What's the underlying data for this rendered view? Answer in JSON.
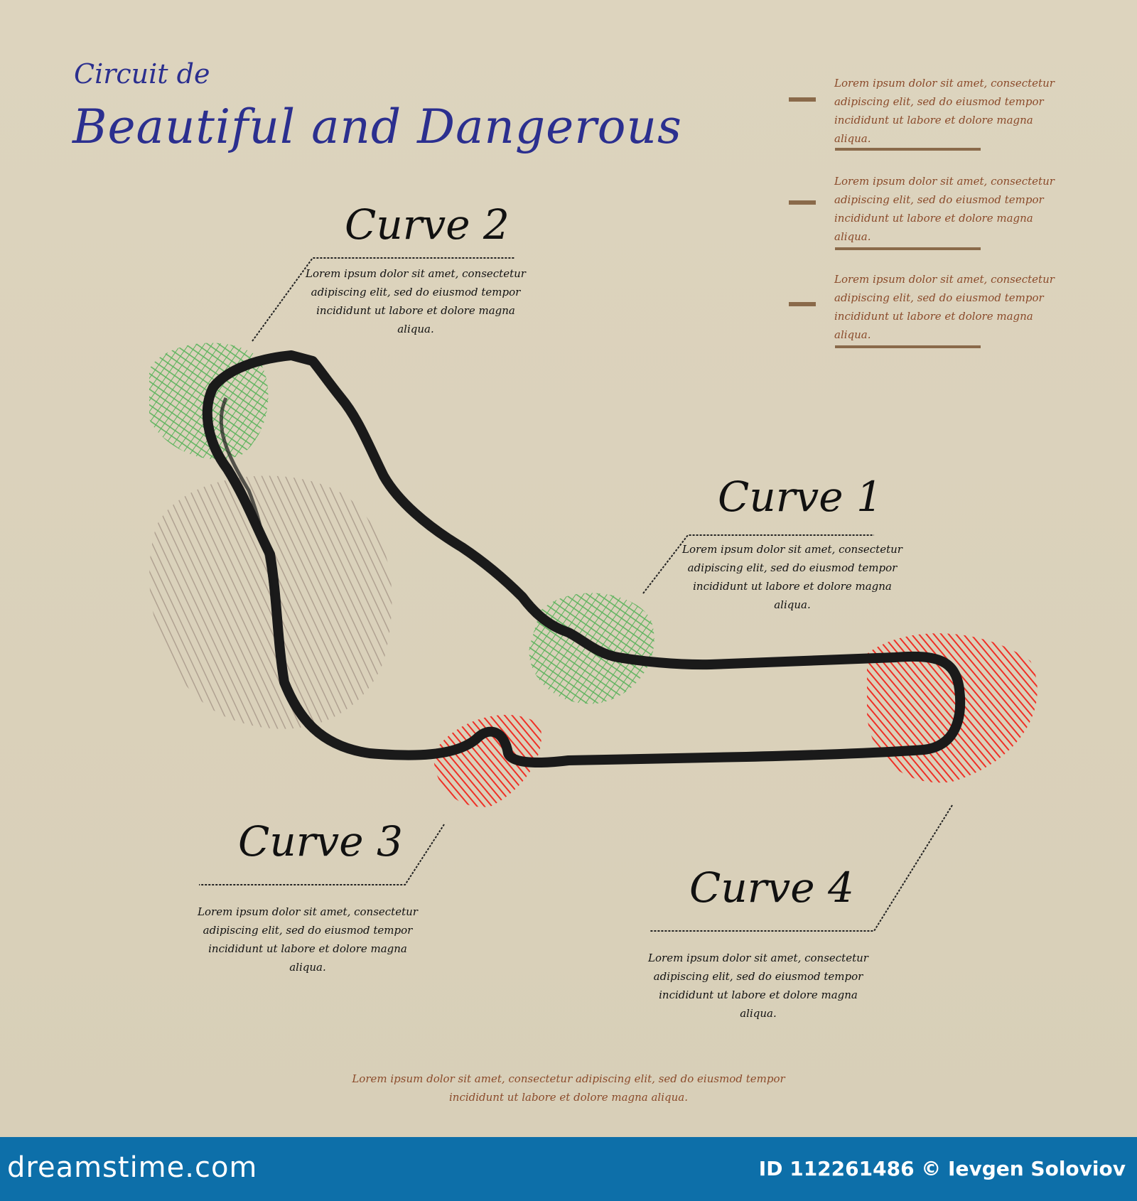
{
  "header": {
    "title_small": "Circuit de",
    "title_big": "Beautiful and Dangerous"
  },
  "lorem": "Lorem ipsum dolor sit amet, consectetur adipiscing elit, sed do eiusmod tempor incididunt ut labore et dolore magna aliqua.",
  "side_notes": [
    "Lorem ipsum dolor sit amet, consectetur adipiscing elit, sed do eiusmod tempor incididunt ut labore et dolore magna aliqua.",
    "Lorem ipsum dolor sit amet, consectetur adipiscing elit, sed do eiusmod tempor incididunt ut labore et dolore magna aliqua.",
    "Lorem ipsum dolor sit amet, consectetur adipiscing elit, sed do eiusmod tempor incididunt ut labore et dolore magna aliqua."
  ],
  "curves": [
    {
      "label": "Curve 2",
      "text": "Lorem ipsum dolor sit amet, consectetur adipiscing elit, sed do eiusmod tempor incididunt ut labore et dolore magna aliqua."
    },
    {
      "label": "Curve 1",
      "text": "Lorem ipsum dolor sit amet, consectetur adipiscing elit, sed do eiusmod tempor incididunt ut labore et dolore magna aliqua."
    },
    {
      "label": "Curve 3",
      "text": "Lorem ipsum dolor sit amet, consectetur adipiscing elit, sed do eiusmod tempor incididunt ut labore et dolore magna aliqua."
    },
    {
      "label": "Curve 4",
      "text": "Lorem ipsum dolor sit amet, consectetur adipiscing elit, sed do eiusmod tempor incididunt ut labore et dolore magna aliqua."
    }
  ],
  "footer_note": "Lorem ipsum dolor sit amet, consectetur adipiscing elit, sed do eiusmod tempor incididunt ut labore et dolore magna aliqua.",
  "watermark": {
    "site": "dreamstime.com",
    "credit": "ID 112261486 © Ievgen Soloviov"
  },
  "colors": {
    "title": "#2b2f8f",
    "track": "#1a1a1a",
    "safe_zone": "#4caf50",
    "danger_zone": "#f0281e",
    "gravel": "#a8998a",
    "note_text": "#8a4a2a",
    "watermark_bar": "#0d6fa9"
  }
}
